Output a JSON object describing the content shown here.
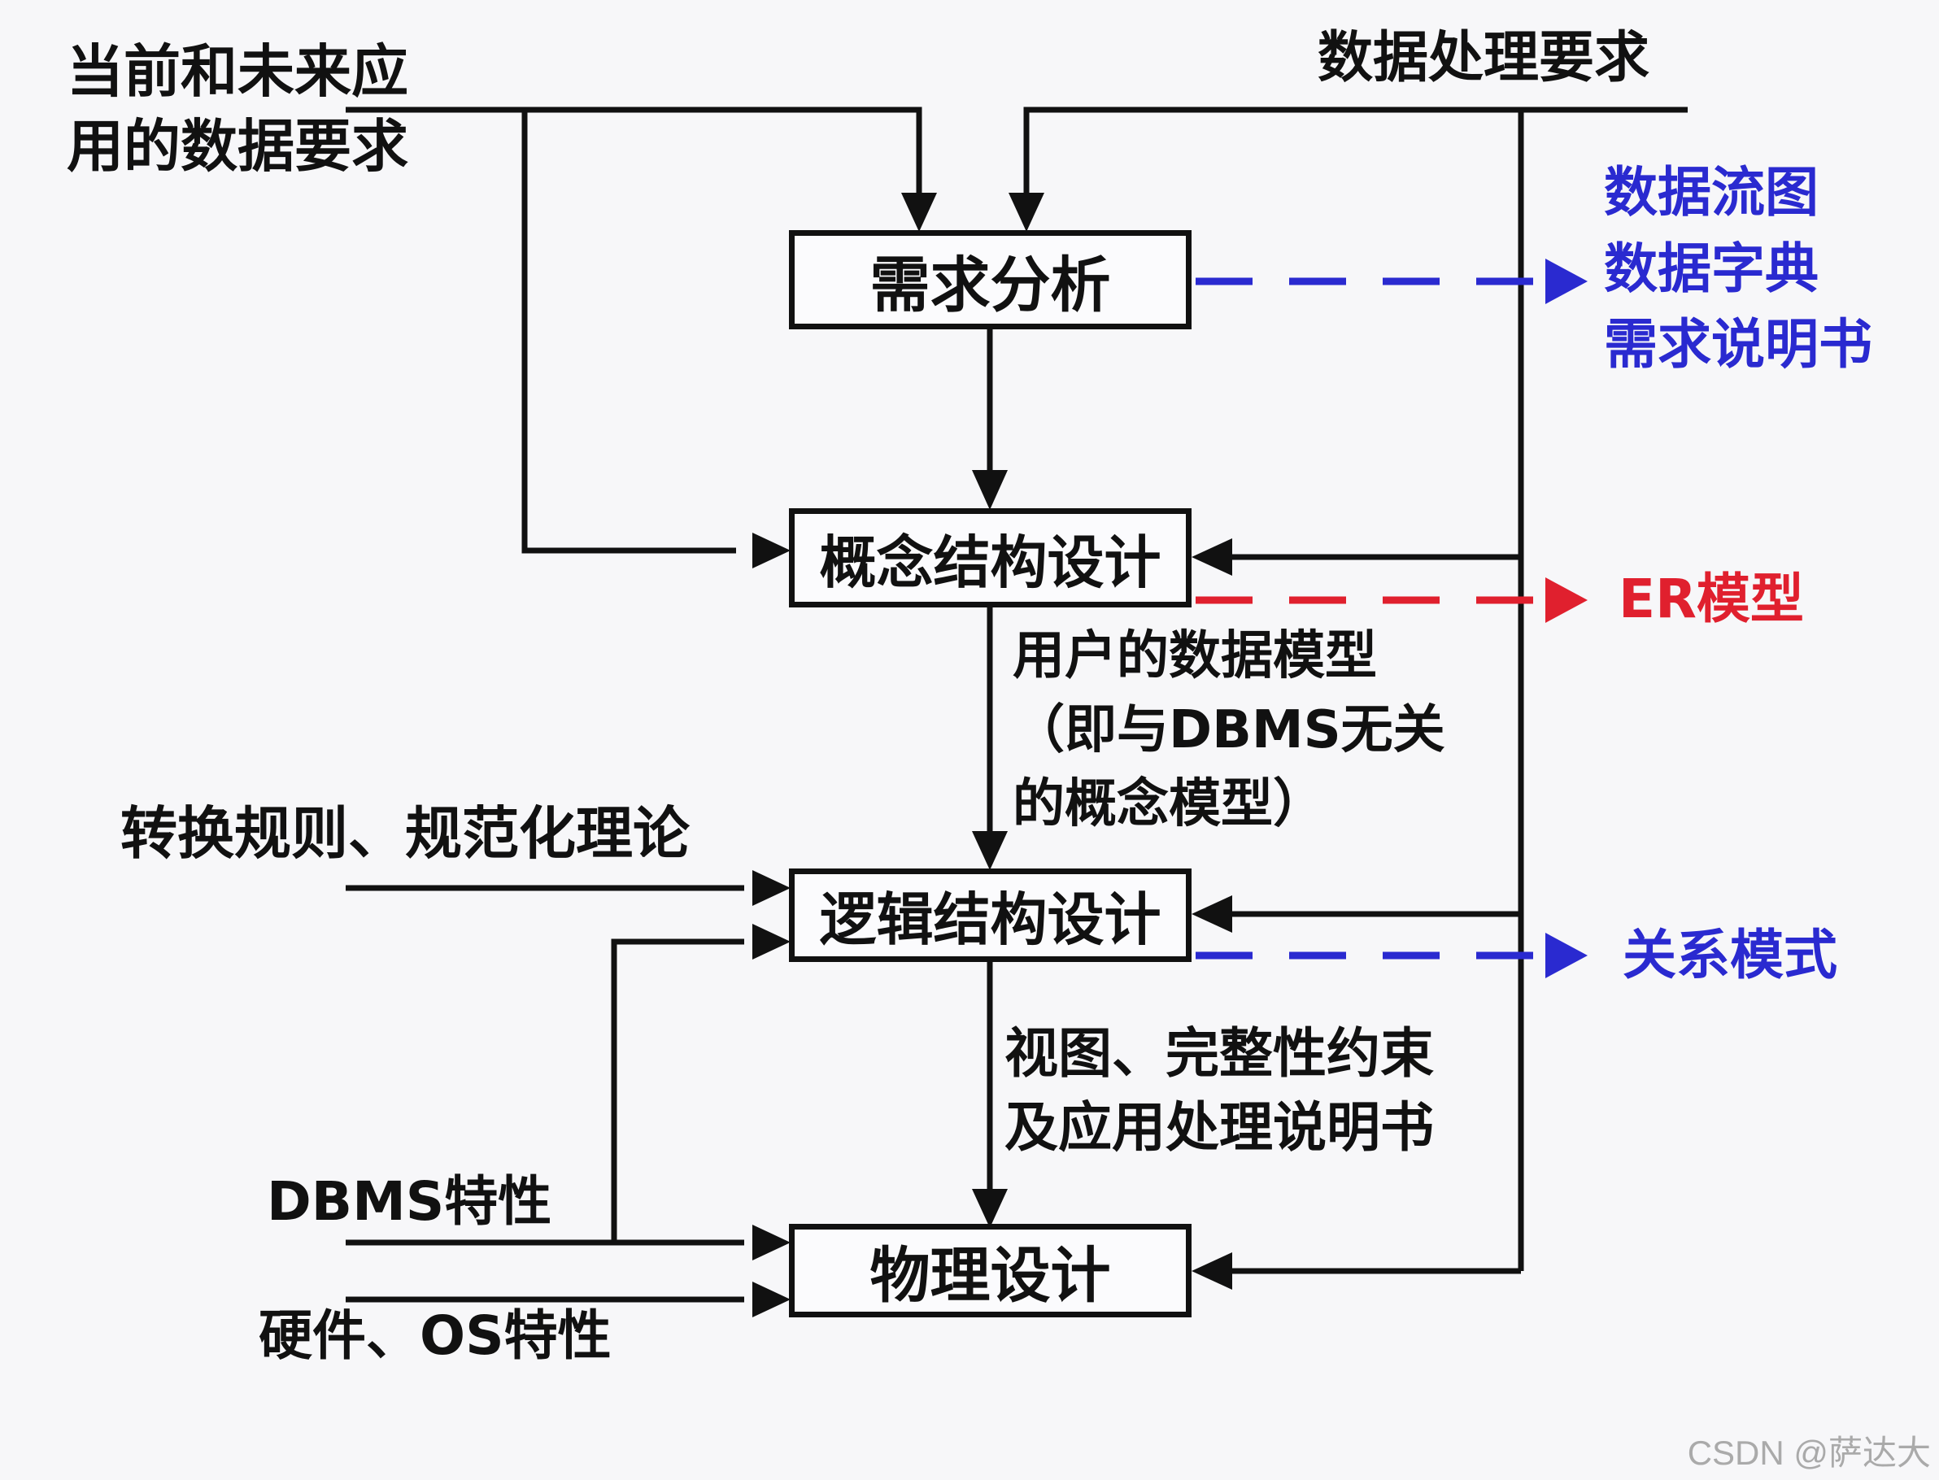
{
  "boxes": {
    "requirements": "需求分析",
    "conceptual": "概念结构设计",
    "logical": "逻辑结构设计",
    "physical": "物理设计"
  },
  "inputs": {
    "app_data_line1": "当前和未来应",
    "app_data_line2": "用的数据要求",
    "processing": "数据处理要求",
    "rules": "转换规则、规范化理论",
    "dbms": "DBMS特性",
    "hardware": "硬件、OS特性"
  },
  "flows": {
    "user_model_line1": "用户的数据模型",
    "user_model_line2": "（即与DBMS无关",
    "user_model_line3": "的概念模型）",
    "views_line1": "视图、完整性约束",
    "views_line2": "及应用处理说明书"
  },
  "outputs": {
    "req_line1": "数据流图",
    "req_line2": "数据字典",
    "req_line3": "需求说明书",
    "er": "ER模型",
    "relational": "关系模式"
  },
  "colors": {
    "blue": "#2a2ad0",
    "red": "#e0202e",
    "black": "#111111"
  },
  "watermark": "CSDN @萨达大"
}
